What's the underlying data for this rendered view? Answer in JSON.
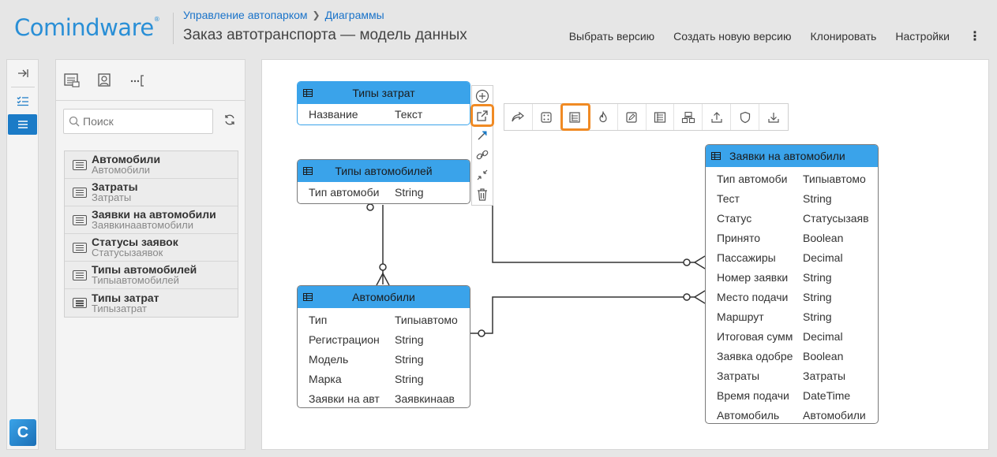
{
  "header": {
    "logo": "Comindware",
    "logo_mark": "®",
    "breadcrumb": [
      "Управление автопарком",
      "Диаграммы"
    ],
    "title": "Заказ автотранспорта — модель данных",
    "actions": [
      "Выбрать версию",
      "Создать новую версию",
      "Клонировать",
      "Настройки"
    ],
    "more": "⋮"
  },
  "rail": {
    "items": [
      {
        "icon": "collapse-icon",
        "glyph": "⇥"
      },
      {
        "icon": "checklist-icon",
        "glyph": "☰"
      },
      {
        "icon": "list-icon",
        "glyph": "☰"
      }
    ],
    "logo": "C"
  },
  "panel": {
    "search": {
      "placeholder": "Поиск"
    },
    "items": [
      {
        "title": "Автомобили",
        "sub": "Автомобили"
      },
      {
        "title": "Затраты",
        "sub": "Затраты"
      },
      {
        "title": "Заявки на автомобили",
        "sub": "Заявкинаавтомобили"
      },
      {
        "title": "Статусы заявок",
        "sub": "Статусызаявок"
      },
      {
        "title": "Типы автомобилей",
        "sub": "Типыавтомобилей"
      },
      {
        "title": "Типы затрат",
        "sub": "Типызатрат"
      }
    ]
  },
  "entities": {
    "cost_types": {
      "title": "Типы затрат",
      "rows": [
        [
          "Название",
          "Текст"
        ]
      ]
    },
    "car_types": {
      "title": "Типы автомобилей",
      "rows": [
        [
          "Тип автомоби",
          "String"
        ]
      ]
    },
    "cars": {
      "title": "Автомобили",
      "rows": [
        [
          "Тип",
          "Типыавтомо"
        ],
        [
          "Регистрацион",
          "String"
        ],
        [
          "Модель",
          "String"
        ],
        [
          "Марка",
          "String"
        ],
        [
          "Заявки на авт",
          "Заявкинаав"
        ]
      ]
    },
    "requests": {
      "title": "Заявки на автомобили",
      "rows": [
        [
          "Тип автомоби",
          "Типыавтомо"
        ],
        [
          "Тест",
          "String"
        ],
        [
          "Статус",
          "Статусызаяв"
        ],
        [
          "Принято",
          "Boolean"
        ],
        [
          "Пассажиры",
          "Decimal"
        ],
        [
          "Номер заявки",
          "String"
        ],
        [
          "Место подачи",
          "String"
        ],
        [
          "Маршрут",
          "String"
        ],
        [
          "Итоговая сумм",
          "Decimal"
        ],
        [
          "Заявка одобре",
          "Boolean"
        ],
        [
          "Затраты",
          "Затраты"
        ],
        [
          "Время подачи",
          "DateTime"
        ],
        [
          "Автомобиль",
          "Автомобили"
        ]
      ]
    }
  },
  "colors": {
    "accent": "#3aa3ea",
    "highlight": "#f08a24",
    "link": "#1a73c9"
  }
}
